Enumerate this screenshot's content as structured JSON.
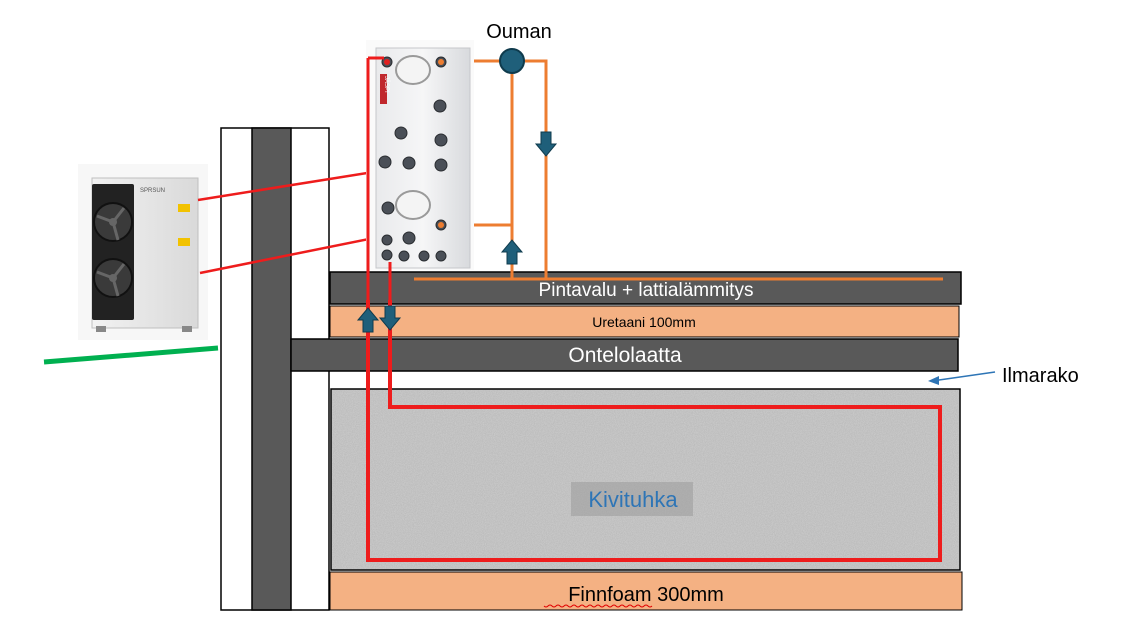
{
  "labels": {
    "controller": "Ouman",
    "floor_heating_slab": "Pintavalu + lattialämmitys",
    "urethane": "Uretaani 100mm",
    "hollow_core_slab": "Ontelolaatta",
    "air_gap": "Ilmarako",
    "crushed_stone": "Kivituhka",
    "finnfoam": "Finnfoam 300mm"
  },
  "pump_brand": "SPRSUN",
  "tank_brand": "JÄSPI",
  "colors": {
    "pipe_red": "#ee1c1c",
    "pipe_orange": "#ed7d31",
    "arrow_fill": "#1f5f7a",
    "concrete": "#595959",
    "insulation": "#f4b183",
    "ground_line": "#00b050",
    "crushed_stone": "#8a8a8a",
    "air_gap_arrow": "#2e75b6"
  }
}
